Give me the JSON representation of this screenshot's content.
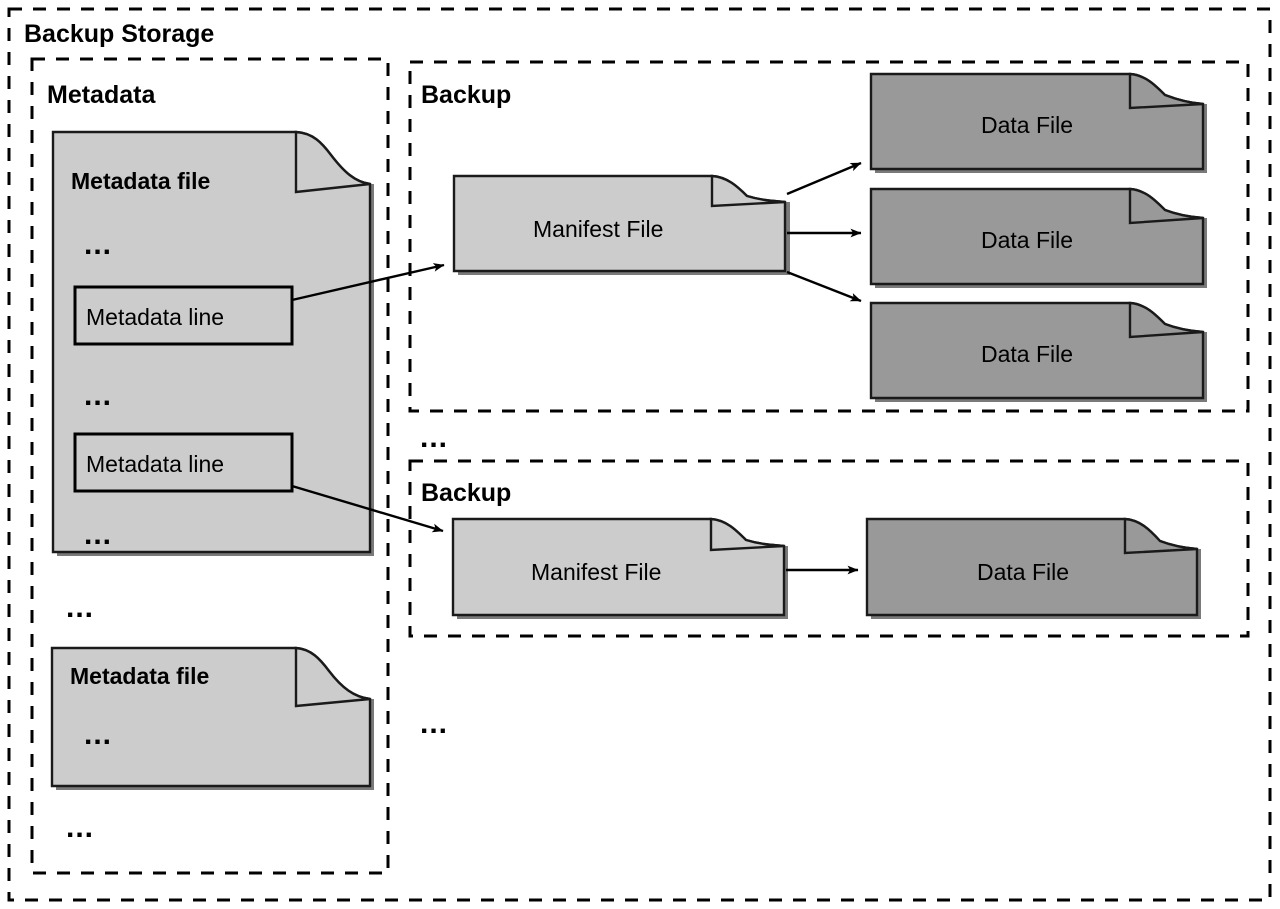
{
  "diagram": {
    "title": "Backup Storage",
    "outer_container_label": "Backup Storage",
    "colors": {
      "light_gray_fill": "#cccccc",
      "dark_gray_fill": "#999999",
      "outline": "#1a1a1a",
      "background": "#ffffff",
      "shadow": "#7a7a7a"
    },
    "containers": {
      "metadata": {
        "label": "Metadata",
        "ellipsis_between_files": "...",
        "ellipsis_trailing": "...",
        "files": [
          {
            "name": "metadata-file-1",
            "title": "Metadata file",
            "rows": [
              {
                "type": "ellipsis",
                "text": "..."
              },
              {
                "type": "line",
                "text": "Metadata line"
              },
              {
                "type": "ellipsis",
                "text": "..."
              },
              {
                "type": "line",
                "text": "Metadata line"
              },
              {
                "type": "ellipsis",
                "text": "..."
              }
            ]
          },
          {
            "name": "metadata-file-2",
            "title": "Metadata file",
            "rows": [
              {
                "type": "ellipsis",
                "text": "..."
              }
            ]
          }
        ]
      },
      "backups": [
        {
          "name": "backup-1",
          "label": "Backup",
          "manifest": {
            "label": "Manifest File"
          },
          "data_files": [
            {
              "label": "Data File"
            },
            {
              "label": "Data File"
            },
            {
              "label": "Data File"
            }
          ]
        },
        {
          "name": "backup-2",
          "label": "Backup",
          "manifest": {
            "label": "Manifest File"
          },
          "data_files": [
            {
              "label": "Data File"
            }
          ]
        }
      ],
      "backup_column_ellipsis": [
        {
          "text": "..."
        },
        {
          "text": "..."
        }
      ]
    },
    "arrows": [
      {
        "from": "metadata-line-1",
        "to": "manifest-file-1"
      },
      {
        "from": "manifest-file-1",
        "to": "data-file-1"
      },
      {
        "from": "manifest-file-1",
        "to": "data-file-2"
      },
      {
        "from": "manifest-file-1",
        "to": "data-file-3"
      },
      {
        "from": "metadata-line-2",
        "to": "manifest-file-2"
      },
      {
        "from": "manifest-file-2",
        "to": "data-file-4"
      }
    ]
  }
}
